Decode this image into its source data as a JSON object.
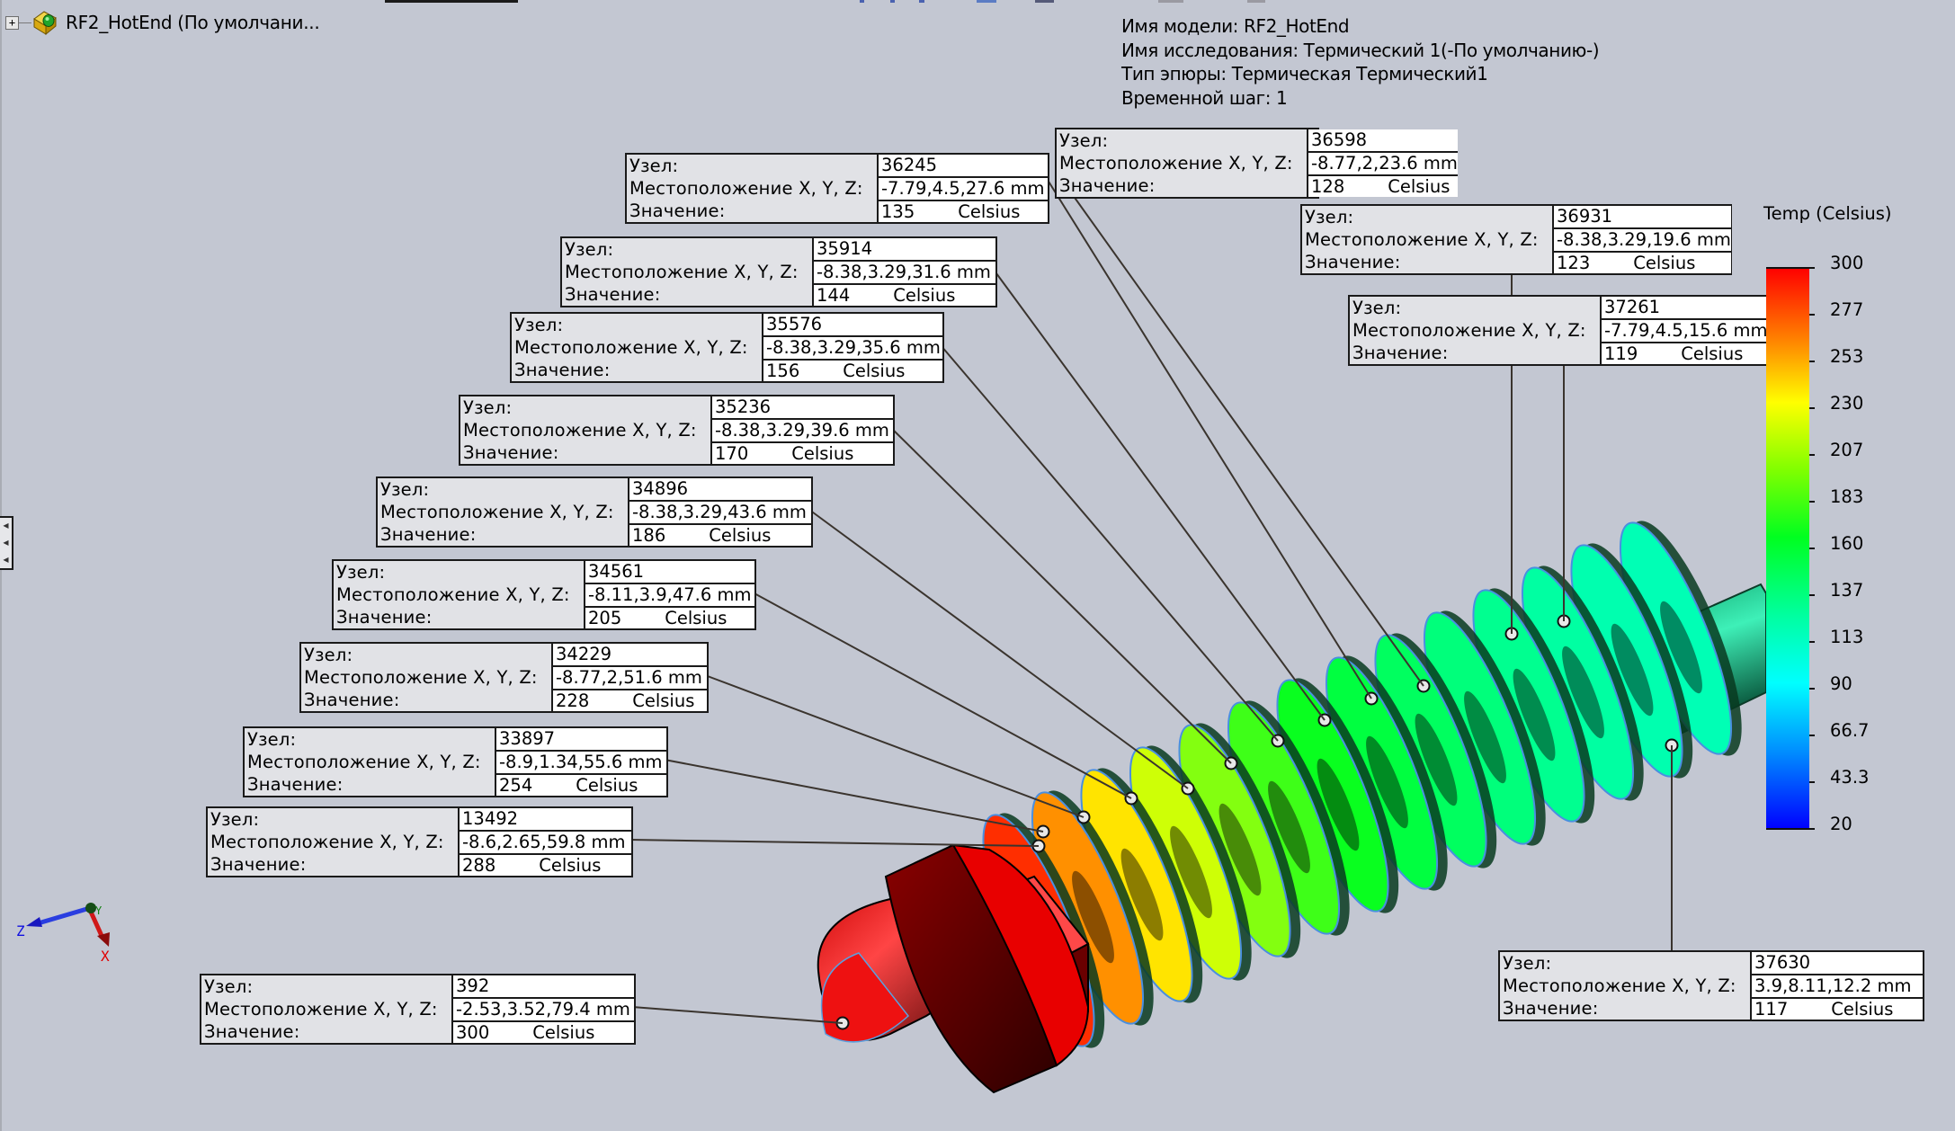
{
  "feature_tree": {
    "expander": "+",
    "root_label": "RF2_HotEnd  (По умолчани...",
    "icon": "part-icon"
  },
  "side_panel_tab": {
    "arrows": [
      "◀",
      "◀",
      "◀"
    ]
  },
  "plot_info": {
    "model_name": "Имя модели: RF2_HotEnd",
    "study_name": "Имя  исследования: Термический 1(-По умолчанию-)",
    "plot_type": "Тип эпюры: Термическая Термический1",
    "time_step": "Временной шаг: 1"
  },
  "probe_labels": {
    "node": "Узел:",
    "location": "Местоположение X, Y, Z:",
    "value": "Значение:"
  },
  "probes": [
    {
      "node": "36598",
      "location": "-8.77,2,23.6 mm",
      "value": "128",
      "unit": "Celsius"
    },
    {
      "node": "36245",
      "location": "-7.79,4.5,27.6 mm",
      "value": "135",
      "unit": "Celsius"
    },
    {
      "node": "36931",
      "location": "-8.38,3.29,19.6 mm",
      "value": "123",
      "unit": "Celsius"
    },
    {
      "node": "35914",
      "location": "-8.38,3.29,31.6 mm",
      "value": "144",
      "unit": "Celsius"
    },
    {
      "node": "37261",
      "location": "-7.79,4.5,15.6 mm",
      "value": "119",
      "unit": "Celsius"
    },
    {
      "node": "35576",
      "location": "-8.38,3.29,35.6 mm",
      "value": "156",
      "unit": "Celsius"
    },
    {
      "node": "35236",
      "location": "-8.38,3.29,39.6 mm",
      "value": "170",
      "unit": "Celsius"
    },
    {
      "node": "34896",
      "location": "-8.38,3.29,43.6 mm",
      "value": "186",
      "unit": "Celsius"
    },
    {
      "node": "34561",
      "location": "-8.11,3.9,47.6 mm",
      "value": "205",
      "unit": "Celsius"
    },
    {
      "node": "34229",
      "location": "-8.77,2,51.6 mm",
      "value": "228",
      "unit": "Celsius"
    },
    {
      "node": "33897",
      "location": "-8.9,1.34,55.6 mm",
      "value": "254",
      "unit": "Celsius"
    },
    {
      "node": "13492",
      "location": "-8.6,2.65,59.8 mm",
      "value": "288",
      "unit": "Celsius"
    },
    {
      "node": "392",
      "location": "-2.53,3.52,79.4 mm",
      "value": "300",
      "unit": "Celsius"
    },
    {
      "node": "37630",
      "location": "3.9,8.11,12.2 mm",
      "value": "117",
      "unit": "Celsius"
    }
  ],
  "legend": {
    "title": "Temp (Celsius)",
    "max": 300,
    "min": 20,
    "ticks": [
      "300",
      "277",
      "253",
      "230",
      "207",
      "183",
      "160",
      "137",
      "113",
      "90",
      "66.7",
      "43.3",
      "20"
    ],
    "colors": {
      "hot": "#ff0000",
      "warm": "#ffff00",
      "mid": "#00ff20",
      "cool": "#00ffff",
      "cold": "#0000ff"
    }
  },
  "triad": {
    "x_label": "X",
    "y_label": "Y",
    "z_label": "Z",
    "colors": {
      "x": "#e00000",
      "y": "#108010",
      "z": "#1010e0"
    }
  }
}
